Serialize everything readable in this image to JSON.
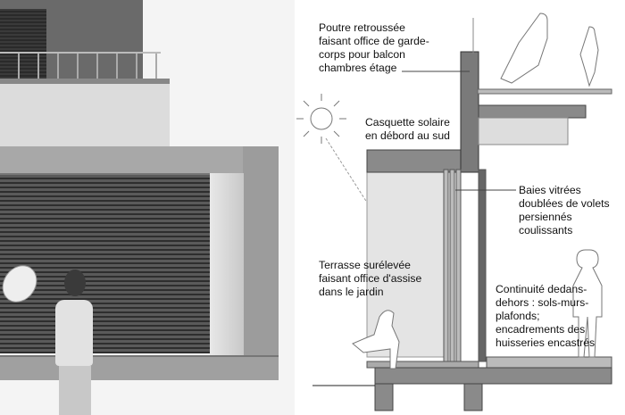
{
  "annotations": {
    "poutre": "Poutre retroussée\nfaisant office de garde-\ncorps pour balcon\nchambres étage",
    "casquette": "Casquette solaire\nen débord au sud",
    "baies": "Baies vitrées\ndoublées de volets\npersiennés\ncoulissants",
    "terrasse": "Terrasse surélevée\nfaisant office d'assise\ndans le jardin",
    "continuite": "Continuité dedans-\ndehors : sols-murs-\nplafonds;\nencadrements des\nhuisseries encastrés"
  },
  "colors": {
    "concrete": "#9a9a9a",
    "dark": "#555555",
    "light": "#e6e6e6"
  }
}
